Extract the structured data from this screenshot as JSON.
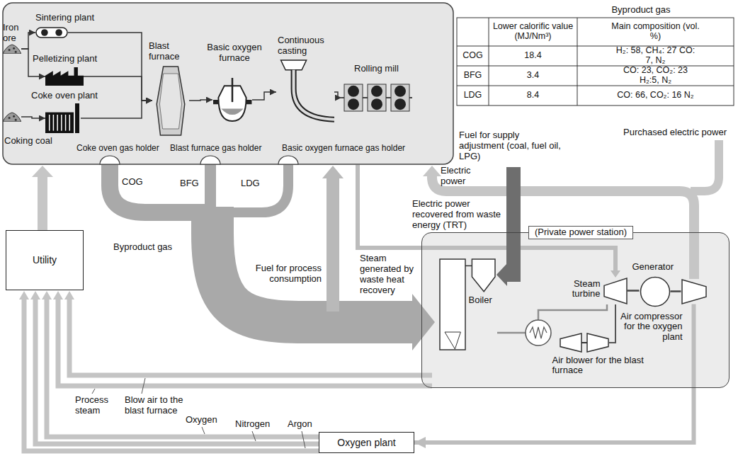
{
  "diagram": {
    "nodes": [
      {
        "text": [
          "Iron ore"
        ]
      },
      {
        "text": [
          "Sintering plant"
        ]
      },
      {
        "text": [
          "Pelletizing plant"
        ]
      },
      {
        "text": [
          "Coking coal"
        ]
      },
      {
        "text": [
          "Coke oven plant"
        ]
      },
      {
        "text": [
          "Blast furnace"
        ]
      },
      {
        "text": [
          "Basic oxygen furnace"
        ]
      },
      {
        "text": [
          "Continuous casting"
        ]
      },
      {
        "text": [
          "Rolling mill"
        ]
      },
      {
        "text": [
          "Coke oven gas holder"
        ]
      },
      {
        "text": [
          "Blast furnace gas holder"
        ]
      },
      {
        "text": [
          "Basic oxygen furnace gas holder"
        ]
      },
      {
        "text": [
          "Utility"
        ]
      },
      {
        "text": [
          "(Private power station)"
        ]
      },
      {
        "text": [
          "Boiler"
        ],
        "in": 13
      },
      {
        "text": [
          "Steam turbine"
        ],
        "in": 13
      },
      {
        "text": [
          "Generator"
        ],
        "in": 13
      },
      {
        "text": [
          "Air compressor for the oxygen plant"
        ],
        "in": 13
      },
      {
        "text": [
          "Air blower for the blast furnace"
        ],
        "in": 13
      },
      {
        "text": [
          "Oxygen plant"
        ]
      }
    ],
    "edges": [
      {
        "from": 0,
        "to": 1,
        "arrow": "to"
      },
      {
        "from": 0,
        "to": 2,
        "arrow": "to"
      },
      {
        "from": 3,
        "to": 4,
        "arrow": "to"
      },
      {
        "from": 1,
        "to": 5,
        "arrow": "to"
      },
      {
        "from": 2,
        "to": 5,
        "arrow": "to"
      },
      {
        "from": 4,
        "to": 5,
        "arrow": "to"
      },
      {
        "from": 5,
        "to": 6,
        "arrow": "to"
      },
      {
        "from": 6,
        "to": 7,
        "arrow": "to"
      },
      {
        "from": 7,
        "to": 8,
        "arrow": "to"
      },
      {
        "from": 15,
        "to": 16,
        "arrow": "none"
      },
      {
        "from": 16,
        "to": 17,
        "arrow": "none"
      },
      {
        "from": 17,
        "to": 19,
        "arrow": "to"
      }
    ],
    "labels": [
      "Byproduct gas",
      "Lower calorific value (MJ/Nm³)",
      "Main composition (vol. %)",
      "COG",
      "18.4",
      "H₂: 58, CH₄: 27 CO: 7, N₂",
      "BFG",
      "3.4",
      "CO: 23, CO₂: 23 H₂:5, N₂",
      "LDG",
      "8.4",
      "CO: 66, CO₂: 16 N₂",
      "COG",
      "BFG",
      "LDG",
      "Byproduct gas",
      "Fuel for process consumption",
      "Fuel for supply adjustment (coal, fuel oil, LPG)",
      "Purchased electric power",
      "Electric power",
      "Electric power recovered from waste energy (TRT)",
      "Steam generated by waste heat recovery",
      "Process steam",
      "Blow air to the blast furnace",
      "Oxygen",
      "Nitrogen",
      "Argon"
    ]
  }
}
